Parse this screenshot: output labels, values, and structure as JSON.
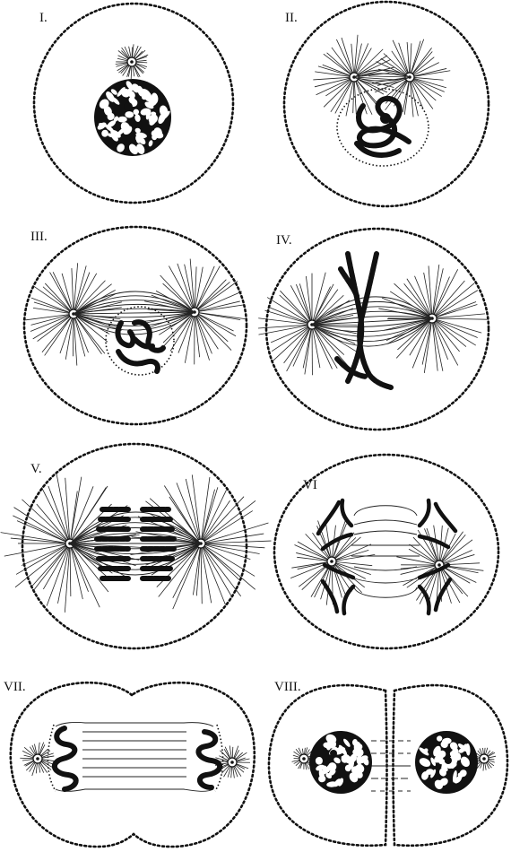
{
  "figure": {
    "stages": [
      {
        "id": "stage-1",
        "label": "I."
      },
      {
        "id": "stage-2",
        "label": "II."
      },
      {
        "id": "stage-3",
        "label": "III."
      },
      {
        "id": "stage-4",
        "label": "IV."
      },
      {
        "id": "stage-5",
        "label": "V."
      },
      {
        "id": "stage-6",
        "label": "VI"
      },
      {
        "id": "stage-7",
        "label": "VII."
      },
      {
        "id": "stage-8",
        "label": "VIII."
      }
    ]
  }
}
